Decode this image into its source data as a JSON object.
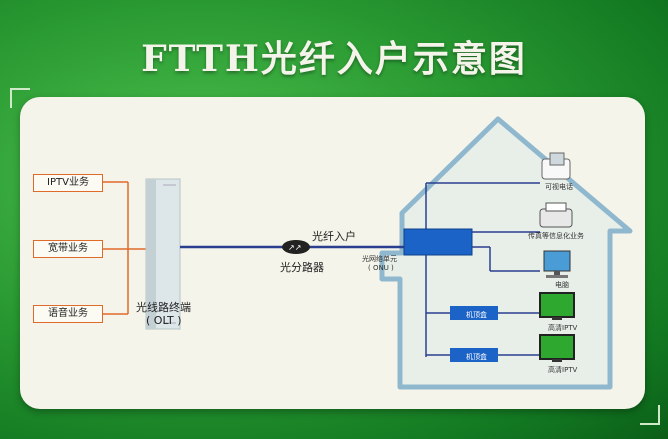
{
  "title": "FTTH光纤入户示意图",
  "services": [
    "IPTV业务",
    "宽带业务",
    "语音业务"
  ],
  "olt": {
    "label_line1": "光线路终端",
    "label_line2": "( OLT )"
  },
  "fiber_label": "光纤入户",
  "splitter_label": "光分路器",
  "onu": {
    "label_line1": "光网络单元",
    "label_line2": "( ONU )"
  },
  "stb_label": "机顶盒",
  "devices": [
    "可视电话",
    "传真等信息化业务",
    "电脑",
    "高清IPTV",
    "高清IPTV"
  ],
  "colors": {
    "service_line": "#e06a2a",
    "fiber_line": "#2a3f8f",
    "onu_fill": "#1b63c6",
    "panel": "#f4f4ea"
  }
}
